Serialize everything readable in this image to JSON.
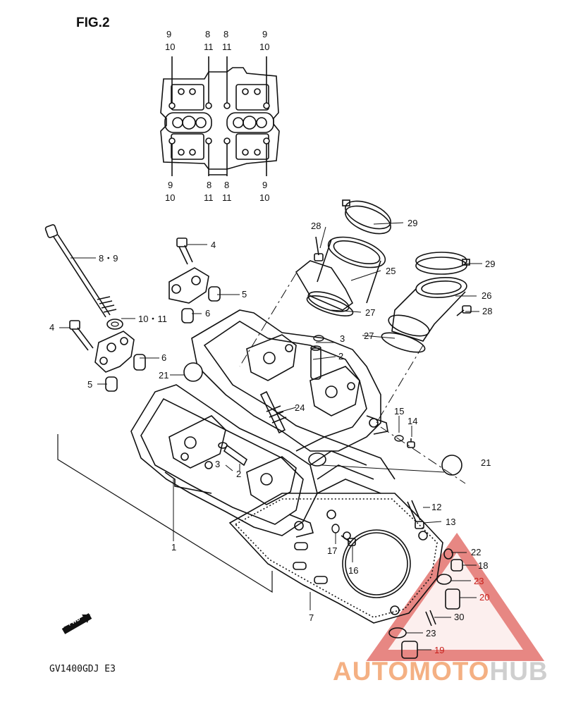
{
  "figure_title": "FIG.2",
  "model_code": "GV1400GDJ E3",
  "forward_marker": "FWD",
  "watermark": {
    "brand_part1": "AUTOMOTO",
    "brand_part2": "HUB",
    "color_primary": "#f4b083",
    "color_secondary": "#cfcfcf",
    "triangle_color": "#e0605a"
  },
  "tightening_order_labels": [
    "9",
    "10",
    "8",
    "11",
    "8",
    "11",
    "9",
    "10",
    "9",
    "10",
    "8",
    "11",
    "8",
    "11",
    "9",
    "10"
  ],
  "callouts": {
    "c1": "1",
    "c2a": "2",
    "c2b": "2",
    "c3a": "3",
    "c3b": "3",
    "c4a": "4",
    "c4b": "4",
    "c5a": "5",
    "c5b": "5",
    "c6a": "6",
    "c6b": "6",
    "c7": "7",
    "c89": "8・9",
    "c1011": "10・11",
    "c12": "12",
    "c13": "13",
    "c14": "14",
    "c15": "15",
    "c16": "16",
    "c17": "17",
    "c18": "18",
    "c19": "19",
    "c20": "20",
    "c21a": "21",
    "c21b": "21",
    "c22": "22",
    "c23a": "23",
    "c23b": "23",
    "c24": "24",
    "c25": "25",
    "c26": "26",
    "c27a": "27",
    "c27b": "27",
    "c28a": "28",
    "c28b": "28",
    "c29a": "29",
    "c29b": "29",
    "c30": "30"
  }
}
